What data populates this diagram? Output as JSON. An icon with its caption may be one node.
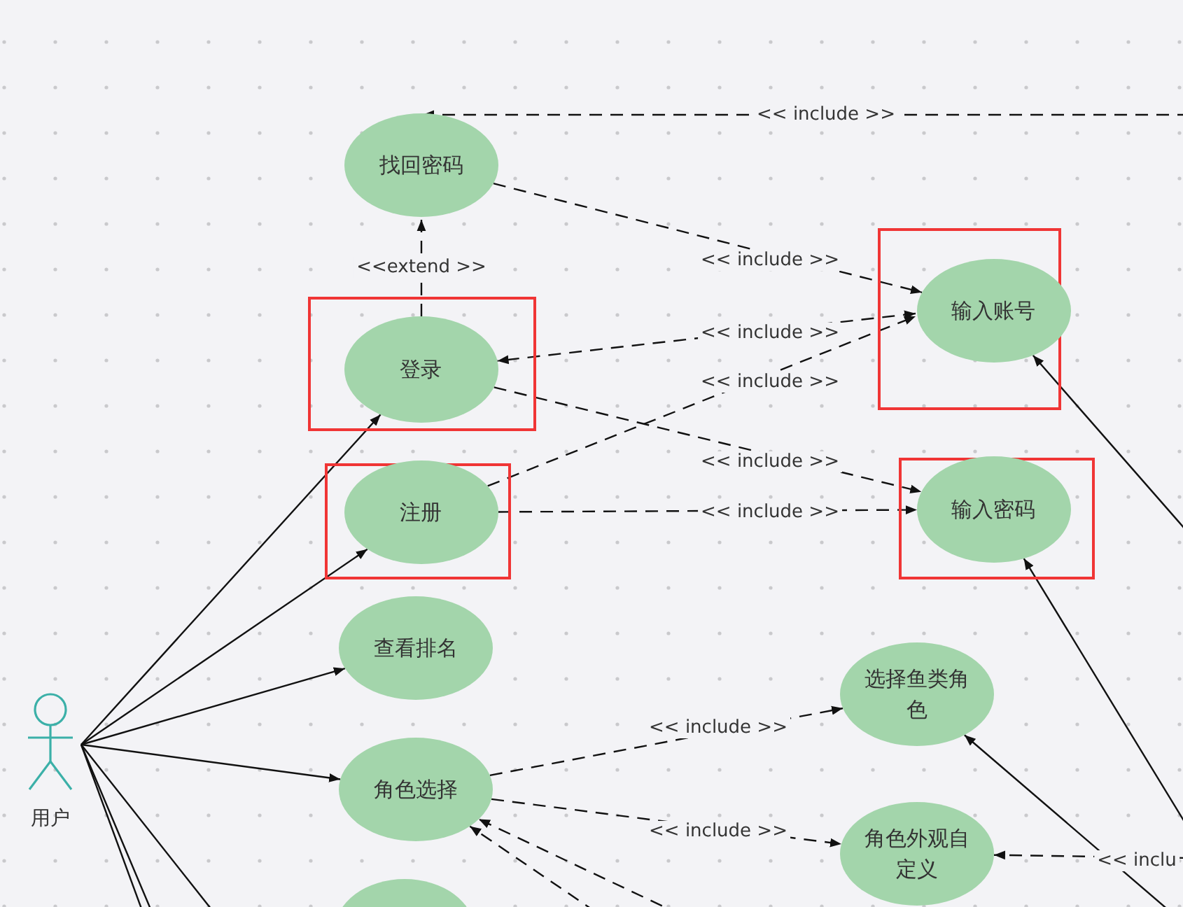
{
  "diagram": {
    "nodes": [
      {
        "text": [
          "找回密码"
        ]
      },
      {
        "text": [],
        "shape": "box"
      },
      {
        "text": [
          "登录"
        ],
        "in": 1
      },
      {
        "text": [],
        "shape": "box"
      },
      {
        "text": [
          "注册"
        ],
        "in": 3
      },
      {
        "text": [
          "查看排名"
        ]
      },
      {
        "text": [
          "角色选择"
        ]
      },
      {
        "text": [],
        "shape": "ellipse"
      },
      {
        "text": [],
        "shape": "box"
      },
      {
        "text": [
          "输入账号"
        ],
        "in": 8
      },
      {
        "text": [],
        "shape": "box"
      },
      {
        "text": [
          "输入密码"
        ],
        "in": 10
      },
      {
        "text": [
          "选择鱼类角色"
        ]
      },
      {
        "text": [
          "角色外观自定义"
        ]
      },
      {
        "text": [
          "用户"
        ]
      }
    ],
    "edges": [
      {
        "from": null,
        "to": 0,
        "arrow": "to",
        "style": "dashed",
        "label": "<< include >>"
      },
      {
        "from": 0,
        "to": 9,
        "arrow": "to",
        "style": "dashed",
        "label": "<< include >>"
      },
      {
        "from": 2,
        "to": 0,
        "arrow": "to",
        "style": "dashed",
        "label": "<<extend >>"
      },
      {
        "from": 9,
        "to": 2,
        "arrow": "both",
        "style": "dashed",
        "label": "<< include >>"
      },
      {
        "from": 4,
        "to": 9,
        "arrow": "to",
        "style": "dashed",
        "label": "<< include >>"
      },
      {
        "from": 2,
        "to": 11,
        "arrow": "to",
        "style": "dashed",
        "label": "<< include >>"
      },
      {
        "from": 4,
        "to": 11,
        "arrow": "to",
        "style": "dashed",
        "label": "<< include >>"
      },
      {
        "from": 14,
        "to": 2,
        "arrow": "to"
      },
      {
        "from": 14,
        "to": 4,
        "arrow": "to"
      },
      {
        "from": 14,
        "to": 5,
        "arrow": "to"
      },
      {
        "from": 14,
        "to": 6,
        "arrow": "to"
      },
      {
        "from": 14,
        "to": null,
        "arrow": "none"
      },
      {
        "from": 14,
        "to": null,
        "arrow": "none"
      },
      {
        "from": 14,
        "to": null,
        "arrow": "none"
      },
      {
        "from": 6,
        "to": 12,
        "arrow": "to",
        "style": "dashed",
        "label": "<< include >>"
      },
      {
        "from": 6,
        "to": 13,
        "arrow": "to",
        "style": "dashed",
        "label": "<< include >>"
      },
      {
        "from": null,
        "to": 6,
        "arrow": "to",
        "style": "dashed"
      },
      {
        "from": null,
        "to": 6,
        "arrow": "to",
        "style": "dashed"
      },
      {
        "from": null,
        "to": 13,
        "arrow": "to",
        "style": "dashed",
        "label": "<< inclu"
      },
      {
        "from": null,
        "to": 9,
        "arrow": "to"
      },
      {
        "from": null,
        "to": 11,
        "arrow": "to"
      },
      {
        "from": null,
        "to": 12,
        "arrow": "to"
      }
    ]
  }
}
